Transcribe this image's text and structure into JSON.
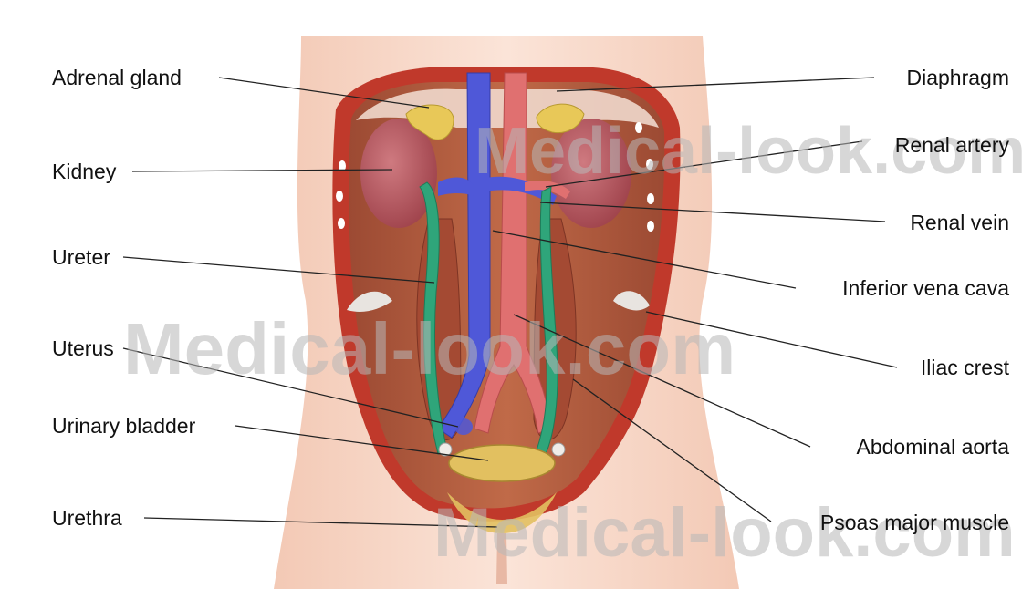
{
  "labels": {
    "left": [
      "Adrenal gland",
      "Kidney",
      "Ureter",
      "Uterus",
      "Urinary bladder",
      "Urethra"
    ],
    "right": [
      "Diaphragm",
      "Renal artery",
      "Renal vein",
      "Inferior vena cava",
      "Iliac crest",
      "Abdominal aorta",
      "Psoas major muscle"
    ]
  },
  "watermarks": [
    "Medical-look.com",
    "Medical-look.com",
    "Medical-look.com"
  ],
  "colors": {
    "skin": "#f9d9c8",
    "abdominal_wall": "#c0392b",
    "muscle": "#b0563a",
    "kidney": "#b8585e",
    "adrenal": "#e8c858",
    "vena_cava": "#4f58d8",
    "aorta": "#e07070",
    "ureter": "#2fa57a",
    "bladder": "#e2c060"
  }
}
